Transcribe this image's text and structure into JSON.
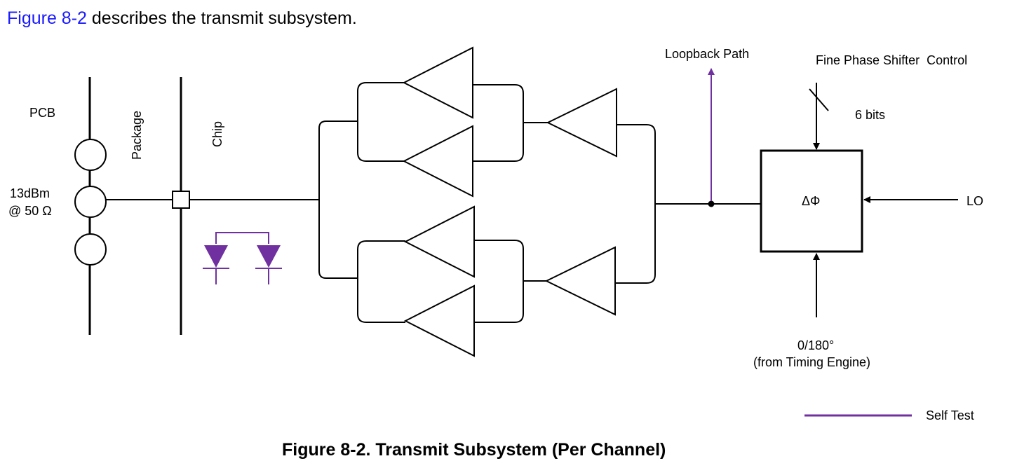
{
  "intro": {
    "ref": "Figure 8-2",
    "rest": " describes the transmit subsystem."
  },
  "labels": {
    "pcb": "PCB",
    "package": "Package",
    "chip": "Chip",
    "power_line1": "13dBm",
    "power_line2": "@ 50 Ω",
    "loopback": "Loopback Path",
    "fine_phase": "Fine Phase Shifter  Control",
    "bits": "6 bits",
    "phase_symbol": "ΔΦ",
    "lo": "LO",
    "phase_sel_line1": "0/180°",
    "phase_sel_line2": "(from Timing Engine)",
    "legend_self_test": "Self Test"
  },
  "caption": "Figure 8-2. Transmit Subsystem (Per Channel)",
  "colors": {
    "line": "#000000",
    "self_test": "#7030a0",
    "link": "#1a1aff"
  }
}
